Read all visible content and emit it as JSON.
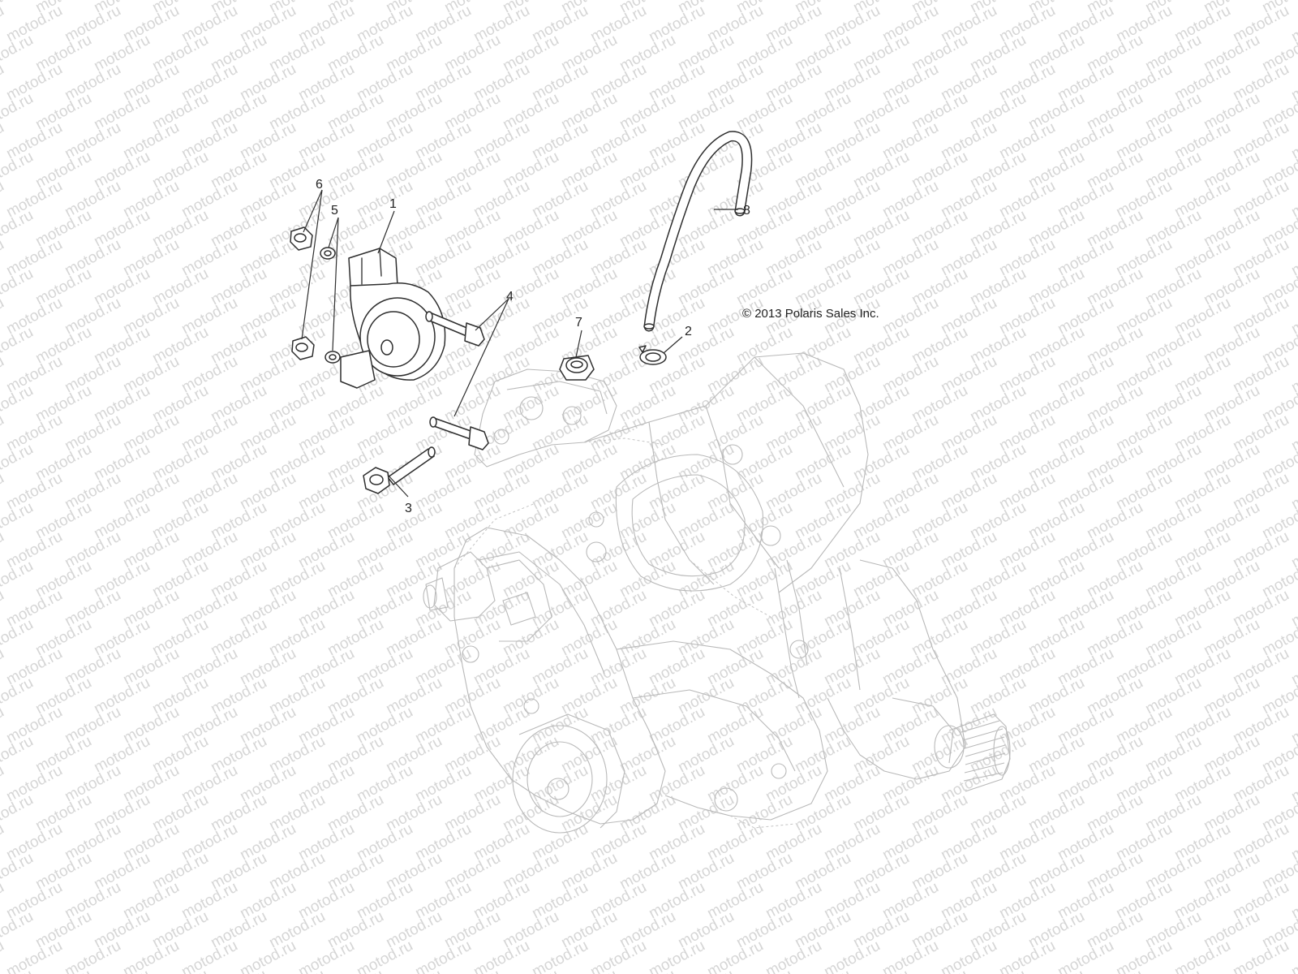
{
  "diagram": {
    "copyright": "© 2013 Polaris Sales Inc.",
    "watermark": "motod.ru",
    "callouts": [
      {
        "id": "1",
        "label": "1"
      },
      {
        "id": "2",
        "label": "2"
      },
      {
        "id": "3",
        "label": "3"
      },
      {
        "id": "4",
        "label": "4"
      },
      {
        "id": "5",
        "label": "5"
      },
      {
        "id": "6",
        "label": "6"
      },
      {
        "id": "7",
        "label": "7"
      },
      {
        "id": "8",
        "label": "8"
      }
    ]
  },
  "colors": {
    "line": "#2e2e2e",
    "watermark": "#d6d6d6",
    "background": "#ffffff"
  }
}
